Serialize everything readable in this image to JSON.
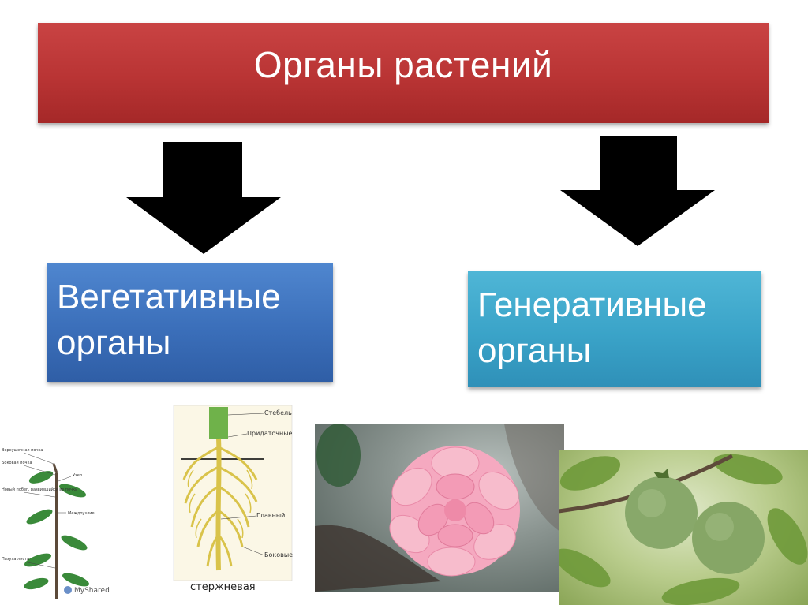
{
  "title": "Органы растений",
  "vegetative": {
    "line1": "Вегетативные",
    "line2": "органы"
  },
  "generative": {
    "line1": "Генеративные",
    "line2": "органы"
  },
  "shoot_diagram": {
    "labels": [
      "Верхушечная почка",
      "Боковая почка",
      "Узел",
      "Новый побег, развившийся из почки",
      "Междоузлие",
      "Пазуха листа"
    ],
    "watermark": "MyShared"
  },
  "root_diagram": {
    "labels": [
      "Стебель",
      "Придаточные",
      "Главный",
      "Боковые"
    ],
    "caption": "стержневая"
  },
  "colors": {
    "title_bar": "#b93434",
    "vegetative_box": "#3b6fba",
    "generative_box": "#3aa3c8"
  }
}
